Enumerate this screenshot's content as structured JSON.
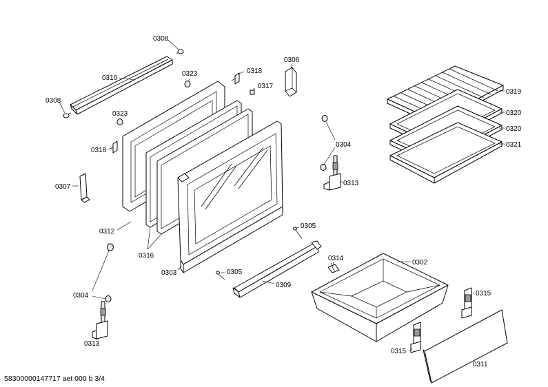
{
  "labels": {
    "l0308a": "0308",
    "l0310": "0310",
    "l0308b": "0308",
    "l0323a": "0323",
    "l0323b": "0323",
    "l0318a": "0318",
    "l0318b": "0318",
    "l0317": "0317",
    "l0306": "0306",
    "l0319": "0319",
    "l0320a": "0320",
    "l0320b": "0320",
    "l0321": "0321",
    "l0304a": "0304",
    "l0313a": "0313",
    "l0307": "0307",
    "l0312": "0312",
    "l0316": "0316",
    "l0303": "0303",
    "l0305a": "0305",
    "l0305b": "0305",
    "l0309": "0309",
    "l0314": "0314",
    "l0302": "0302",
    "l0304b": "0304",
    "l0313b": "0313",
    "l0315a": "0315",
    "l0315b": "0315",
    "l0311": "0311"
  },
  "footer": {
    "doc_id": "58300000147717 aet 000 b 3/4"
  }
}
